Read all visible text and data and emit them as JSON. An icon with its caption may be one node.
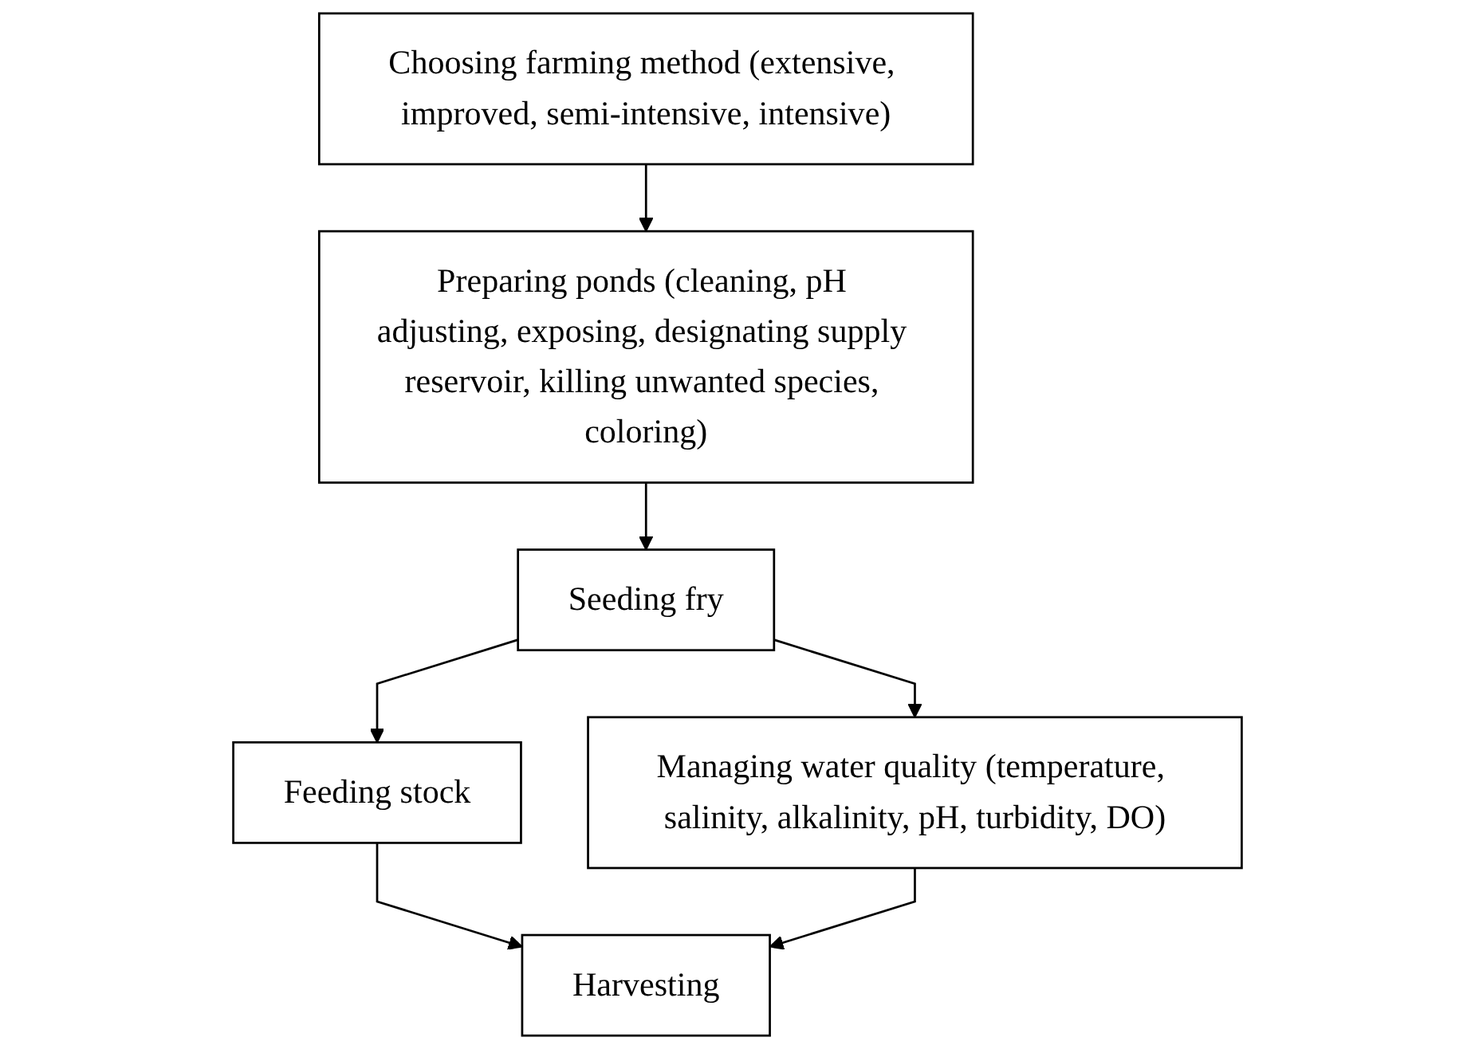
{
  "diagram": {
    "nodes": [
      {
        "text": [
          "Choosing farming method (extensive, improved, semi-intensive, intensive)"
        ]
      },
      {
        "text": [
          "Preparing ponds (cleaning, pH adjusting, exposing, designating supply reservoir, killing unwanted species, coloring)"
        ]
      },
      {
        "text": [
          "Seeding fry"
        ]
      },
      {
        "text": [
          "Feeding stock"
        ]
      },
      {
        "text": [
          "Managing water quality (temperature, salinity, alkalinity, pH, turbidity, DO)"
        ]
      },
      {
        "text": [
          "Harvesting"
        ]
      }
    ],
    "edges": [
      {
        "from": 0,
        "to": 1,
        "arrow": "to"
      },
      {
        "from": 1,
        "to": 2,
        "arrow": "to"
      },
      {
        "from": 2,
        "to": 3,
        "arrow": "to"
      },
      {
        "from": 2,
        "to": 4,
        "arrow": "to"
      },
      {
        "from": 3,
        "to": 5,
        "arrow": "to"
      },
      {
        "from": 4,
        "to": 5,
        "arrow": "to"
      }
    ]
  }
}
